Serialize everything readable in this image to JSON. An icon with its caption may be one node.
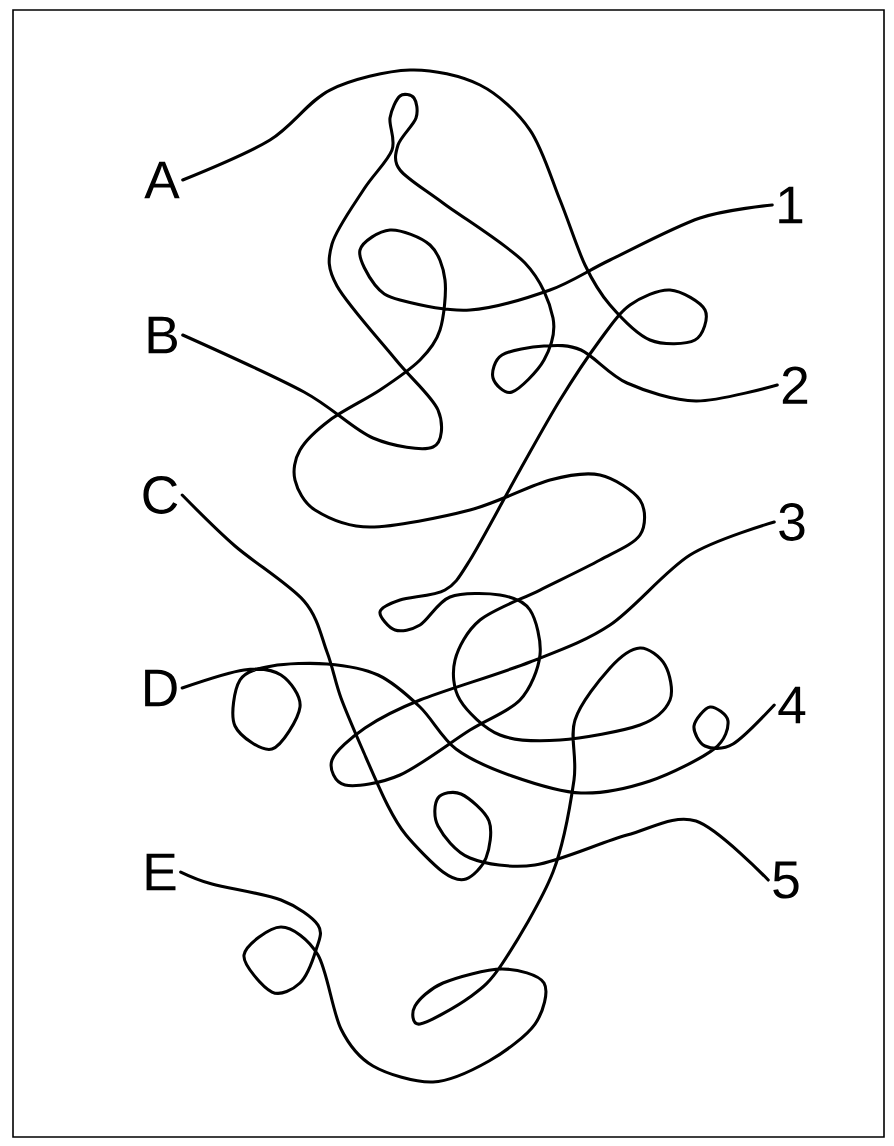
{
  "diagram": {
    "nodes": [
      {
        "text": [
          "A"
        ]
      },
      {
        "text": [
          "B"
        ]
      },
      {
        "text": [
          "C"
        ]
      },
      {
        "text": [
          "D"
        ]
      },
      {
        "text": [
          "E"
        ]
      },
      {
        "text": [
          "1"
        ]
      },
      {
        "text": [
          "2"
        ]
      },
      {
        "text": [
          "3"
        ]
      },
      {
        "text": [
          "4"
        ]
      },
      {
        "text": [
          "5"
        ]
      }
    ],
    "edges": [
      {
        "from": 0,
        "to": 7,
        "arrow": "none"
      },
      {
        "from": 1,
        "to": 6,
        "arrow": "none"
      },
      {
        "from": 2,
        "to": 9,
        "arrow": "none"
      },
      {
        "from": 3,
        "to": 8,
        "arrow": "none"
      },
      {
        "from": 4,
        "to": 5,
        "arrow": "none"
      }
    ]
  }
}
